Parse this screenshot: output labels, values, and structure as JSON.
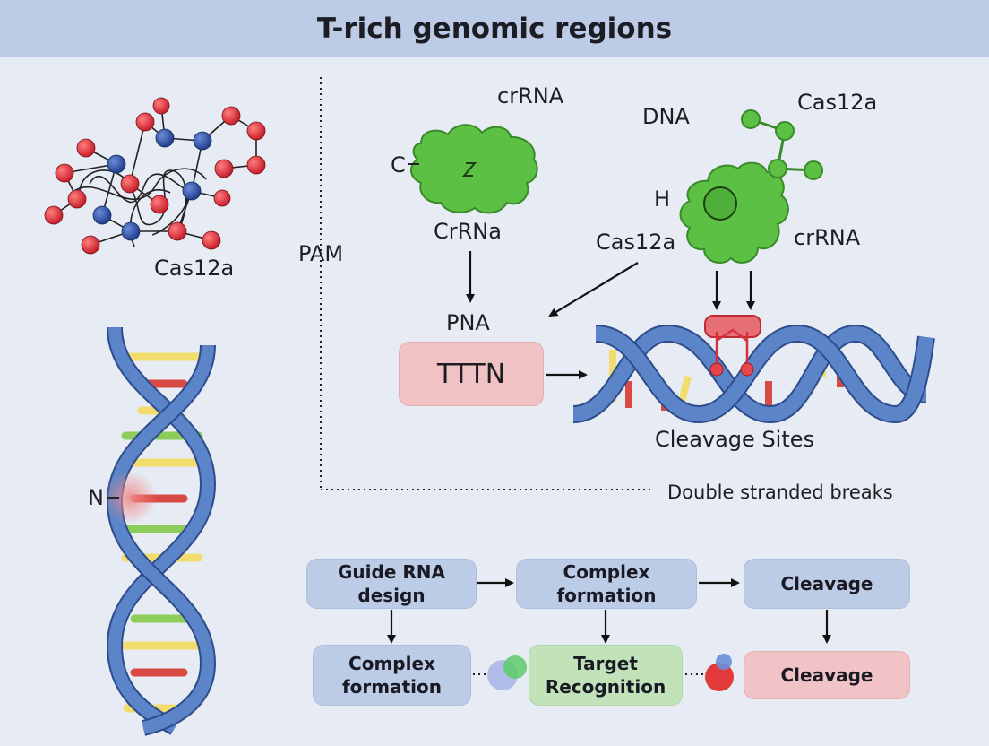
{
  "title": "T-rich genomic regions",
  "labels": {
    "cas12a_molecule": "Cas12a",
    "n_terminus": "N",
    "pam": "PAM",
    "crrna_top": "crRNA",
    "c_terminus": "C",
    "crrna_mid": "CrRNa",
    "pna": "PNA",
    "tttn": "TTTN",
    "dna": "DNA",
    "cas12a_top": "Cas12a",
    "h_label": "H",
    "cas12a_mid": "Cas12a",
    "crrna_right": "crRNA",
    "cleavage_sites": "Cleavage Sites",
    "double_stranded_breaks": "Double stranded breaks"
  },
  "workflow": {
    "row1": [
      "Guide RNA design",
      "Complex formation",
      "Cleavage"
    ],
    "row2": [
      {
        "line1": "Complex",
        "line2": "formation"
      },
      {
        "line1": "Target",
        "line2": "Recognition"
      },
      {
        "line1": "Cleavage",
        "line2": ""
      }
    ]
  },
  "colors": {
    "header": "#bccbe6",
    "background": "#e6ebf4",
    "protein_green": "#5cc044",
    "helix_blue": "#5b85c8",
    "atom_red": "#d8303a",
    "atom_blue": "#2c4fa0",
    "base_yellow": "#f2dc6e",
    "base_red": "#d94a44",
    "base_green": "#8ccc5a"
  }
}
